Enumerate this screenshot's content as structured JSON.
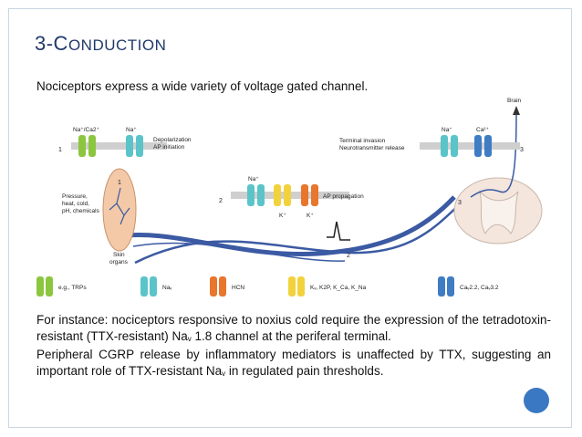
{
  "slide": {
    "title_lead": "3-C",
    "title_rest": "ONDUCTION",
    "intro": "Nociceptors express a wide variety of voltage gated channel.",
    "paragraph1_a": "For instance: nociceptors responsive to noxius cold require the expression of the tetradotoxin-resistant (TTX-resistant) Na",
    "paragraph1_sub": "v",
    "paragraph1_b": " 1.8 channel at the periferal terminal.",
    "paragraph2_a": "Peripheral CGRP release by inflammatory mediators is unaffected by TTX, suggesting an important role of TTX-resistant Na",
    "paragraph2_sub": "v",
    "paragraph2_b": " in regulated pain thresholds."
  },
  "diagram": {
    "labels": {
      "na_ca2": "Na⁺/Ca2⁺",
      "na_left": "Na⁺",
      "num1_left": "1",
      "num1_mid": "1",
      "depolarization": "Depolarization",
      "ap_initiation": "AP initiation",
      "pressure": "Pressure,",
      "heat_cold": "heat, cold,",
      "ph_chemicals": "pH, chemicals",
      "skin": "Skin",
      "organs": "organs",
      "na_mid": "Na⁺",
      "num2_left": "2",
      "ap_propagation": "AP propagation",
      "k_left": "K⁺",
      "k_right": "K⁺",
      "num2_bottom": "2",
      "terminal_invasion": "Terminal invasion",
      "neurotransmitter_release": "Neurotransmitter release",
      "na_right": "Na⁺",
      "ca_right": "Ca²⁺",
      "num3_right": "3",
      "num3_cord": "3",
      "brain": "Brain"
    },
    "legend": [
      {
        "label": "e.g., TRPs",
        "color": "#8cc63f"
      },
      {
        "label": "Naᵥ",
        "color": "#5bc4c9"
      },
      {
        "label": "HCN",
        "color": "#e8762c"
      },
      {
        "label": "Kᵥ, K2P, K_Ca, K_Na",
        "color": "#f2d23c"
      },
      {
        "label": "Caᵥ2.2, Caᵥ3.2",
        "color": "#3f7cc4"
      }
    ],
    "colors": {
      "nerve": "#3b5aa3",
      "membrane": "#cfcfcf",
      "organ": "#f3c9a8",
      "spinal_cord": "#f4e6dc"
    }
  }
}
